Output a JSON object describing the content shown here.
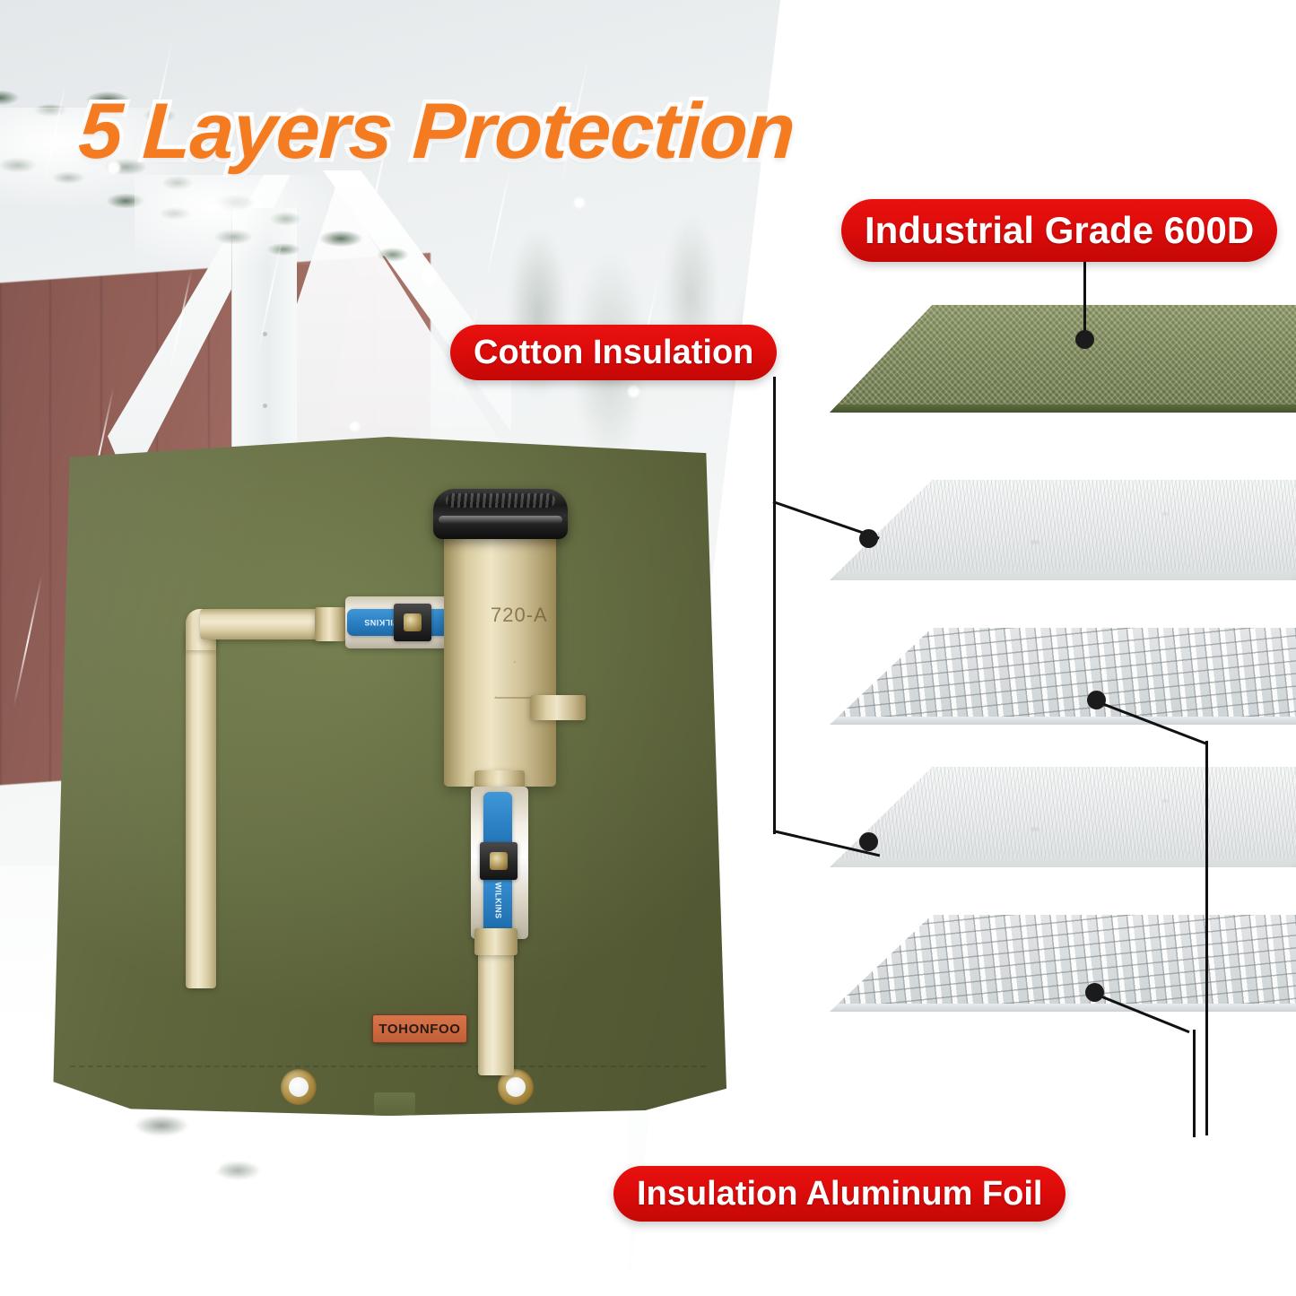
{
  "title": "5 Layers Protection",
  "brand": "TOHONFOO",
  "colors": {
    "title_orange": "#f47b20",
    "badge_red": "#dd0c0b",
    "cover_green": "#6d7648",
    "fabric_green": "#7d8a59",
    "brass": "#e6dcba",
    "handle_blue": "#2a7fc2"
  },
  "callouts": [
    {
      "id": "industrial-grade",
      "label": "Industrial Grade 600D"
    },
    {
      "id": "cotton-insulation",
      "label": "Cotton Insulation"
    },
    {
      "id": "aluminum-foil",
      "label": "Insulation Aluminum Foil"
    }
  ],
  "layers": [
    {
      "index": 1,
      "name": "Industrial Grade 600D",
      "material": "600D polyester fabric",
      "color": "#7d8a59"
    },
    {
      "index": 2,
      "name": "Cotton Insulation",
      "material": "cotton batting",
      "color": "#ebedee"
    },
    {
      "index": 3,
      "name": "Insulation Aluminum Foil",
      "material": "foil mesh",
      "color": "#e7eaec"
    },
    {
      "index": 4,
      "name": "Cotton Insulation",
      "material": "cotton batting",
      "color": "#ebedee"
    },
    {
      "index": 5,
      "name": "Insulation Aluminum Foil",
      "material": "foil mesh",
      "color": "#e7eaec"
    }
  ],
  "product": {
    "type": "backflow preventer insulation cover",
    "valve_model": "720-A",
    "valve_brand": "WILKINS",
    "scene": "snowy winter exterior with red barn and evergreen branches"
  }
}
